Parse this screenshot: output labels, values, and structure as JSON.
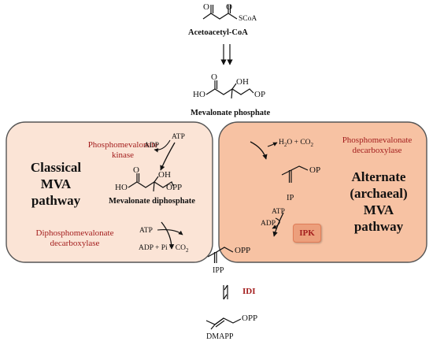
{
  "compounds": {
    "acetoacetyl_coa": {
      "name": "Acetoacetyl-CoA",
      "group": "SCoA"
    },
    "mevalonate_phosphate": {
      "name": "Mevalonate phosphate",
      "ho": "HO",
      "oh": "OH",
      "op": "OP"
    },
    "mevalonate_diphosphate": {
      "name": "Mevalonate diphosphate",
      "ho": "HO",
      "oh": "OH",
      "opp": "OPP"
    },
    "ip": {
      "name": "IP",
      "op": "OP"
    },
    "ipp": {
      "name": "IPP",
      "opp": "OPP"
    },
    "dmapp": {
      "name": "DMAPP",
      "opp": "OPP"
    }
  },
  "classical_panel": {
    "title_line1": "Classical",
    "title_line2": "MVA",
    "title_line3": "pathway",
    "enzyme1_line1": "Phosphomevalonate",
    "enzyme1_line2": "kinase",
    "enzyme1_atp": "ATP",
    "enzyme1_adp": "ADP",
    "enzyme2_line1": "Diphosphomevalonate",
    "enzyme2_line2": "decarboxylase",
    "enzyme2_atp": "ATP",
    "enzyme2_products": "ADP + Pi + CO",
    "enzyme2_products_sub": "2"
  },
  "alternate_panel": {
    "title_line1": "Alternate",
    "title_line2": "(archaeal)",
    "title_line3": "MVA",
    "title_line4": "pathway",
    "enzyme1_line1": "Phosphomevalonate",
    "enzyme1_line2": "decarboxylase",
    "enzyme1_products_h": "H",
    "enzyme1_products_h_sub": "2",
    "enzyme1_products_rest": "O + CO",
    "enzyme1_products_co_sub": "2",
    "enzyme2_atp": "ATP",
    "enzyme2_adp": "ADP",
    "enzyme2_name": "IPK"
  },
  "isomerase": {
    "name": "IDI"
  },
  "colors": {
    "classical_fill": "#fbe4d6",
    "alternate_fill": "#f7c2a3",
    "panel_border": "#555555",
    "enzyme_text": "#a31d1d",
    "ipk_fill": "#ec9f7c"
  }
}
